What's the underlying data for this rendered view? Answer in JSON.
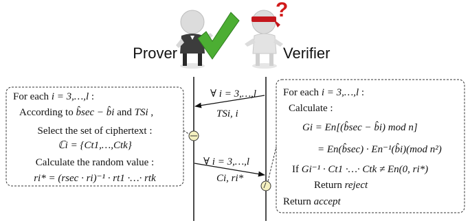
{
  "actors": {
    "prover": {
      "label": "Prover"
    },
    "verifier": {
      "label": "Verifier"
    }
  },
  "colors": {
    "check": "#4cae33",
    "question_mark": "#d11a1a",
    "blindfold": "#c4161c",
    "marker_fill": "#f4f0c0",
    "ink": "#111111"
  },
  "icons": {
    "prover": "person-thumbs-up-icon",
    "prover_badge": "green-check-icon",
    "verifier": "blindfolded-person-icon",
    "verifier_badge": "red-question-mark-icon"
  },
  "left_box": {
    "l1_pre": "For each ",
    "l1_math": "i = 3,…,l",
    "l1_post": " :",
    "l2_pre": "According to ",
    "l2_math": "b̂sec − b̂i",
    "l2_mid": " and ",
    "l2_math2": "TSi",
    "l2_post": " ,",
    "l3": "Select the set of ciphertext :",
    "l4_math": "ℂi = {Ct1,…,Ctk}",
    "l5": "Calculate the random value :",
    "l6_math": "ri* = (rsec · ri)⁻¹ · rt1 ·…· rtk"
  },
  "messages": {
    "m1_top": "∀ i = 3,…,l",
    "m1_bottom": "TSi, i",
    "m2_top": "∀ i = 3,…,l",
    "m2_bottom": "Ci, ri*"
  },
  "right_box": {
    "l1_pre": "For each ",
    "l1_math": "i = 3,…,l",
    "l1_post": " :",
    "l2": "Calculate :",
    "l3_math": "Gi = En[(b̂sec − b̂i) mod n]",
    "l4_math": "= En(b̂sec) · En⁻¹(b̂i)(mod n²)",
    "l5_pre": "If ",
    "l5_math": "Gi⁻¹ · Ct1 ·…· Ctk ≠ En(0, ri*)",
    "l6_pre": "Return ",
    "l6_em": "reject",
    "l7_pre": "Return ",
    "l7_em": "accept"
  }
}
